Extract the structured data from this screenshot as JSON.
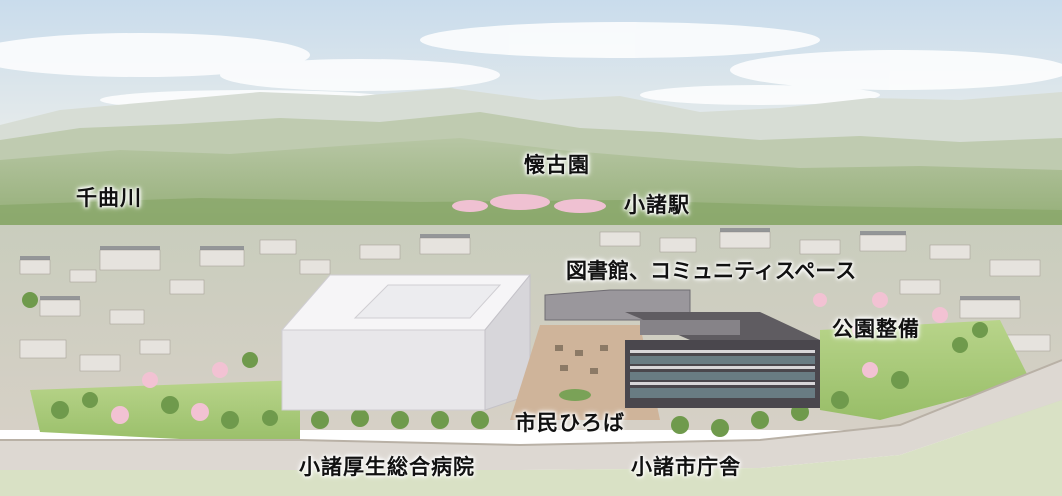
{
  "labels": {
    "chikuma_river": "千曲川",
    "kaikoen": "懐古園",
    "komoro_station": "小諸駅",
    "library": "図書館、コミュニティスペース",
    "park": "公園整備",
    "plaza": "市民ひろば",
    "hospital": "小諸厚生総合病院",
    "city_hall": "小諸市庁舎"
  },
  "colors": {
    "sky_top": "#c9dcec",
    "sky_bottom": "#f4f2ea",
    "mountain_far": "#d6dcd2",
    "hill": "#9db583",
    "town": "#cfcabf",
    "lawn": "#a9cb7a",
    "hospital_block": "#f1f0f2",
    "city_hall_block": "#5d5a5e",
    "blossom": "#f2c2d3",
    "road": "#ddd8d2"
  }
}
